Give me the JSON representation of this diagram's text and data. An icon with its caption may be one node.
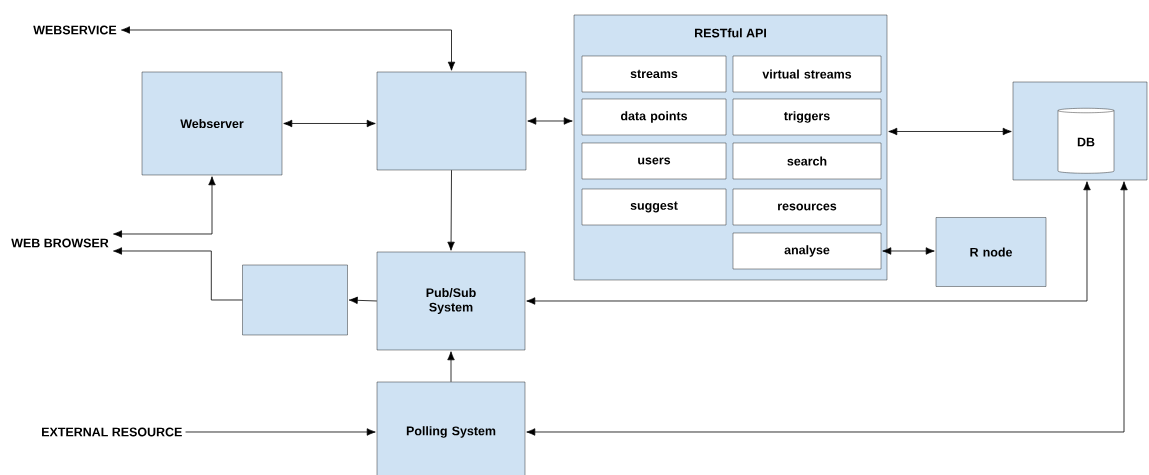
{
  "diagram": {
    "nodes": [
      {
        "text": [
          "RESTful API"
        ]
      },
      {
        "text": [
          "streams"
        ],
        "in": 0
      },
      {
        "text": [
          "virtual streams"
        ],
        "in": 0
      },
      {
        "text": [
          "data points"
        ],
        "in": 0
      },
      {
        "text": [
          "triggers"
        ],
        "in": 0
      },
      {
        "text": [
          "users"
        ],
        "in": 0
      },
      {
        "text": [
          "search"
        ],
        "in": 0
      },
      {
        "text": [
          "suggest"
        ],
        "in": 0
      },
      {
        "text": [
          "resources"
        ],
        "in": 0
      },
      {
        "text": [
          "analyse"
        ],
        "in": 0
      },
      {
        "text": [
          "WEBSERVICE"
        ]
      },
      {
        "text": [
          "Webserver"
        ]
      },
      {
        "text": [],
        "shape": "box"
      },
      {
        "text": [],
        "shape": "box"
      },
      {
        "text": [
          "DB"
        ],
        "in": 13
      },
      {
        "text": [
          "R node"
        ]
      },
      {
        "text": [
          "WEB BROWSER"
        ]
      },
      {
        "text": [],
        "shape": "box"
      },
      {
        "text": [
          "Pub/Sub System"
        ]
      },
      {
        "text": [
          "EXTERNAL RESOURCE"
        ]
      },
      {
        "text": [
          "Polling System"
        ]
      }
    ],
    "edges": [
      {
        "from": 10,
        "to": 12,
        "arrow": "both"
      },
      {
        "from": 11,
        "to": 12,
        "arrow": "both"
      },
      {
        "from": 12,
        "to": 0,
        "arrow": "both"
      },
      {
        "from": 0,
        "to": 13,
        "arrow": "both"
      },
      {
        "from": 9,
        "to": 15,
        "arrow": "both"
      },
      {
        "from": 12,
        "to": 18,
        "arrow": "to"
      },
      {
        "from": 16,
        "to": 11,
        "arrow": "both"
      },
      {
        "from": 17,
        "to": 16,
        "arrow": "to"
      },
      {
        "from": 18,
        "to": 17,
        "arrow": "to"
      },
      {
        "from": 13,
        "to": 18,
        "arrow": "both"
      },
      {
        "from": 20,
        "to": 18,
        "arrow": "to"
      },
      {
        "from": 19,
        "to": 20,
        "arrow": "to"
      },
      {
        "from": 13,
        "to": 20,
        "arrow": "both"
      }
    ]
  }
}
